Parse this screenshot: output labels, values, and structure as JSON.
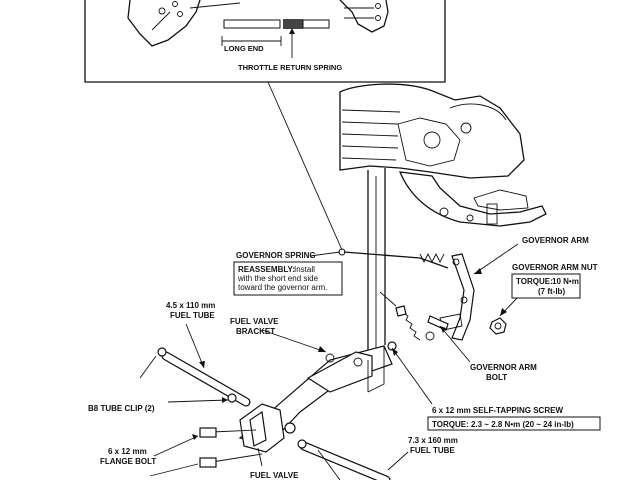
{
  "inset": {
    "long_end": "LONG END",
    "caption": "THROTTLE RETURN SPRING"
  },
  "labels": {
    "governor_spring": "GOVERNOR SPRING",
    "reassembly_title": "REASSEMBLY:",
    "reassembly_line1": "Install",
    "reassembly_line2": "with the short end side",
    "reassembly_line3": "toward the governor arm.",
    "governor_arm": "GOVERNOR ARM",
    "governor_arm_nut": "GOVERNOR ARM NUT",
    "nut_torque_title": "TORQUE:",
    "nut_torque_value": "10 N•m",
    "nut_torque_alt": "(7 ft-lb)",
    "fuel_tube_short_1": "4.5 x 110 mm",
    "fuel_tube_short_2": "FUEL TUBE",
    "fuel_valve_bracket_1": "FUEL VALVE",
    "fuel_valve_bracket_2": "BRACKET",
    "governor_arm_bolt_1": "GOVERNOR ARM",
    "governor_arm_bolt_2": "BOLT",
    "b8_tube_clip": "B8 TUBE CLIP (2)",
    "self_tapping_screw": "6 x 12 mm SELF-TAPPING SCREW",
    "screw_torque": "TORQUE: 2.3 ~ 2.8 N•m (20 ~ 24 in-lb)",
    "flange_bolt_1": "6 x 12 mm",
    "flange_bolt_2": "FLANGE BOLT",
    "fuel_tube_long_1": "7.3 x 160 mm",
    "fuel_tube_long_2": "FUEL TUBE",
    "fuel_valve": "FUEL VALVE"
  }
}
